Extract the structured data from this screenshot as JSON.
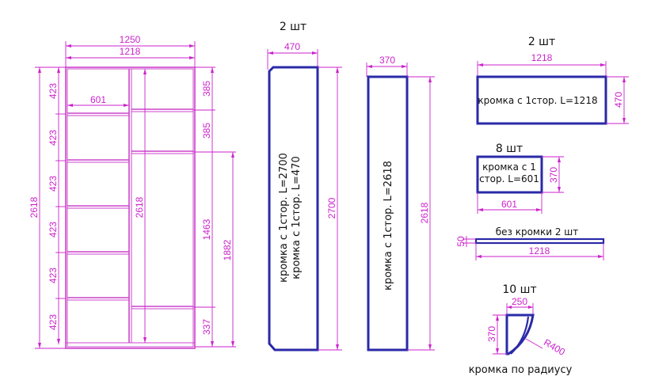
{
  "cabinet": {
    "overall_width": "1250",
    "inner_width": "1218",
    "total_height": "2618",
    "shelf_width": "601",
    "left_rows": [
      "423",
      "423",
      "423",
      "423",
      "423",
      "423"
    ],
    "right_top_rows": [
      "385",
      "385"
    ],
    "right_mid": "1463",
    "right_bottom": "337",
    "right_long": "1882",
    "center_height": "2618"
  },
  "panel_a": {
    "qty": "2 шт",
    "width": "470",
    "height": "2700",
    "label_1": "кромка с 1стор. L=2700",
    "label_2": "кромка с 1стор. L=470"
  },
  "panel_b": {
    "width": "370",
    "height": "2618",
    "label": "кромка с 1стор. L=2618"
  },
  "panel_c": {
    "qty": "2 шт",
    "width": "1218",
    "height": "470",
    "label": "кромка с 1стор. L=1218"
  },
  "panel_d": {
    "qty": "8 шт",
    "width": "601",
    "height": "370",
    "label_1": "кромка с 1",
    "label_2": "стор. L=601"
  },
  "panel_e": {
    "label": "без кромки 2   шт",
    "width": "1218",
    "height": "50"
  },
  "panel_f": {
    "qty": "10 шт",
    "width": "250",
    "height": "370",
    "radius": "R400",
    "label": "кромка по радиусу"
  },
  "colors": {
    "dimension": "#cc22cc",
    "panel_outline": "#2a2aa8",
    "text": "#111111"
  }
}
